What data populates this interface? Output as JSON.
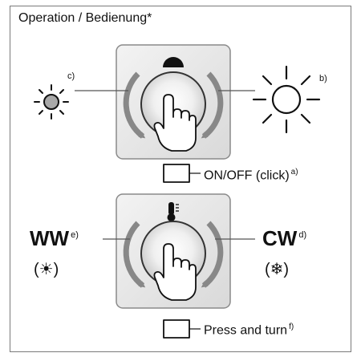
{
  "title": "Operation / Bedienung*",
  "top_panel": {
    "left_ref": "c)",
    "right_ref": "b)",
    "action_label": "ON/OFF (click)",
    "action_ref": "a)"
  },
  "bottom_panel": {
    "left_label": "WW",
    "left_ref": "e)",
    "left_symbol": "(☀)",
    "right_label": "CW",
    "right_ref": "d)",
    "right_symbol": "(❄)",
    "action_label": "Press and turn",
    "action_ref": "f)"
  }
}
